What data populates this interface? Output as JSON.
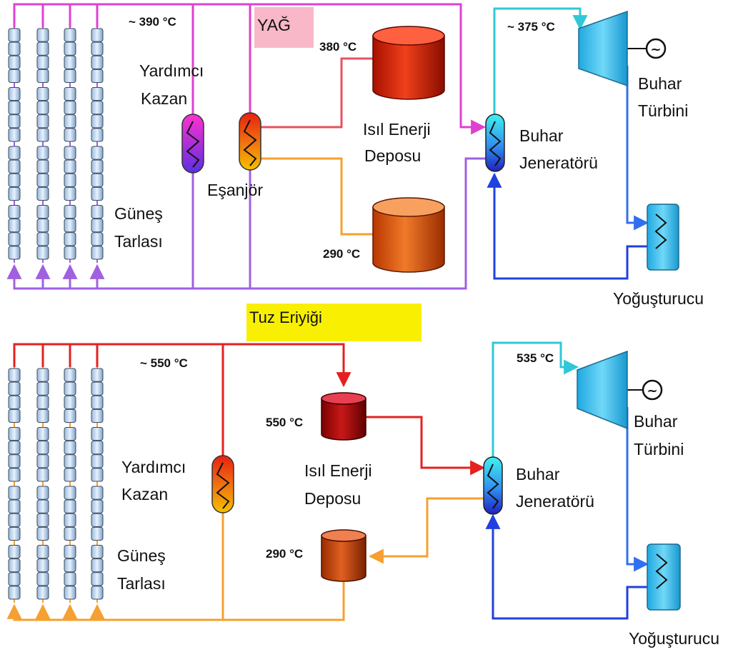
{
  "top": {
    "field_temp": "~ 390 °C",
    "fluid_label": "YAĞ",
    "aux_boiler": [
      "Yardımcı",
      "Kazan"
    ],
    "exchanger": "Eşanjör",
    "solar_field": [
      "Güneş",
      "Tarlası"
    ],
    "hot_tank_temp": "380 °C",
    "cold_tank_temp": "290 °C",
    "storage": [
      "Isıl Enerji",
      "Deposu"
    ],
    "steam_temp": "~ 375 °C",
    "turbine": [
      "Buhar",
      "Türbini"
    ],
    "steam_generator": [
      "Buhar",
      "Jeneratörü"
    ],
    "condenser": "Yoğuşturucu",
    "generator_symbol": "~"
  },
  "bottom": {
    "fluid_label": "Tuz Eriyiği",
    "field_temp": "~ 550 °C",
    "aux_boiler": [
      "Yardımcı",
      "Kazan"
    ],
    "solar_field": [
      "Güneş",
      "Tarlası"
    ],
    "hot_tank_temp": "550 °C",
    "cold_tank_temp": "290 °C",
    "storage": [
      "Isıl Enerji",
      "Deposu"
    ],
    "steam_temp": "535 °C",
    "turbine": [
      "Buhar",
      "Türbini"
    ],
    "steam_generator": [
      "Buhar",
      "Jeneratörü"
    ],
    "condenser": "Yoğuşturucu",
    "generator_symbol": "~"
  },
  "colors": {
    "oil_hot": "#e040d0",
    "oil_cold": "#a060e0",
    "salt_hot": "#e52020",
    "salt_cold": "#f5a030",
    "steam": "#30c8d8",
    "feedwater": "#2040e0",
    "exhaust": "#3070f0",
    "oil_label_bg": "#f8b8c8",
    "salt_label_bg": "#f8f000"
  }
}
